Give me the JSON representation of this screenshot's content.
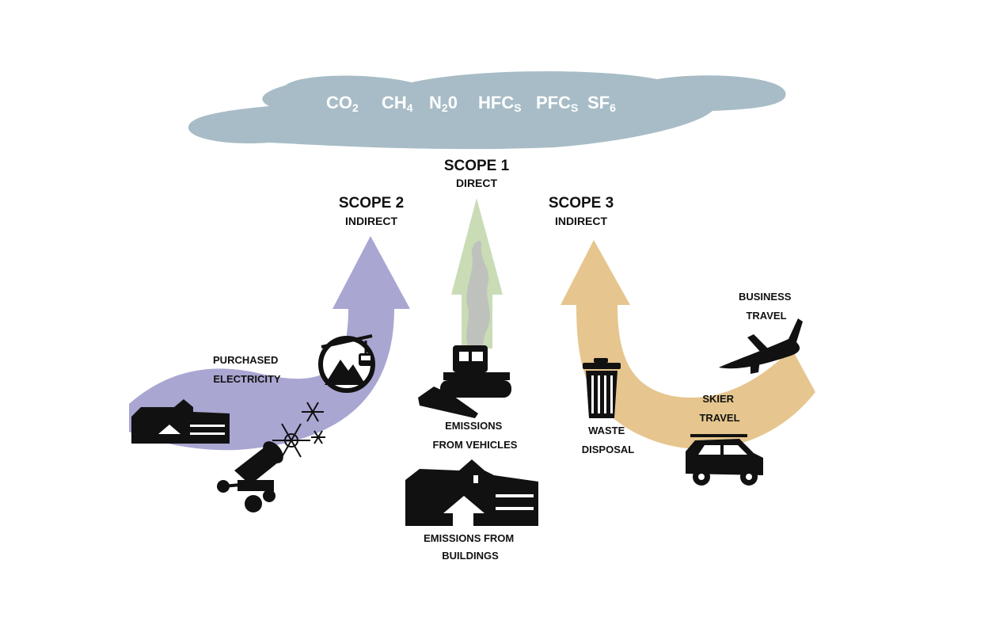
{
  "colors": {
    "cloud": "#a7bcc6",
    "scope1_arrow": "#c9dcb6",
    "scope2_arrow": "#a9a6d2",
    "scope3_arrow": "#e6c68e",
    "icon": "#111111"
  },
  "cloud": {
    "gases": [
      {
        "base": "CO",
        "sub": "2"
      },
      {
        "base": "CH",
        "sub": "4"
      },
      {
        "base": "N",
        "sub": "2",
        "tail": "0"
      },
      {
        "base": "HFC",
        "sub": "S"
      },
      {
        "base": "PFC",
        "sub": "S"
      },
      {
        "base": "SF",
        "sub": "6"
      }
    ]
  },
  "scopes": {
    "scope1": {
      "title": "SCOPE 1",
      "subtitle": "DIRECT"
    },
    "scope2": {
      "title": "SCOPE 2",
      "subtitle": "INDIRECT"
    },
    "scope3": {
      "title": "SCOPE 3",
      "subtitle": "INDIRECT"
    }
  },
  "sources": {
    "purchased_electricity": [
      "PURCHASED",
      "ELECTRICITY"
    ],
    "emissions_vehicles": [
      "EMISSIONS",
      "FROM VEHICLES"
    ],
    "emissions_buildings": [
      "EMISSIONS FROM",
      "BUILDINGS"
    ],
    "waste_disposal": [
      "WASTE",
      "DISPOSAL"
    ],
    "business_travel": [
      "BUSINESS",
      "TRAVEL"
    ],
    "skier_travel": [
      "SKIER",
      "TRAVEL"
    ]
  },
  "icons": [
    "gondola-icon",
    "snowflake-icon",
    "snow-cannon-icon",
    "lodge-icon",
    "snowcat-icon",
    "trash-can-icon",
    "airplane-icon",
    "car-icon"
  ]
}
